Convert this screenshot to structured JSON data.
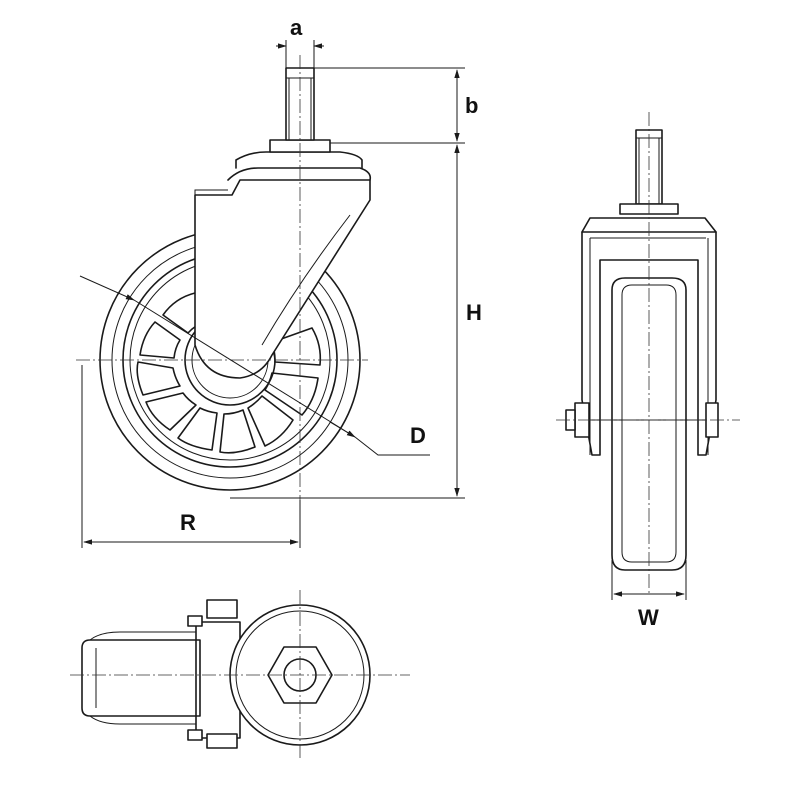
{
  "labels": {
    "a": "a",
    "b": "b",
    "H": "H",
    "D": "D",
    "R": "R",
    "W": "W"
  },
  "colors": {
    "line": "#1a1a1a",
    "background": "#ffffff"
  }
}
